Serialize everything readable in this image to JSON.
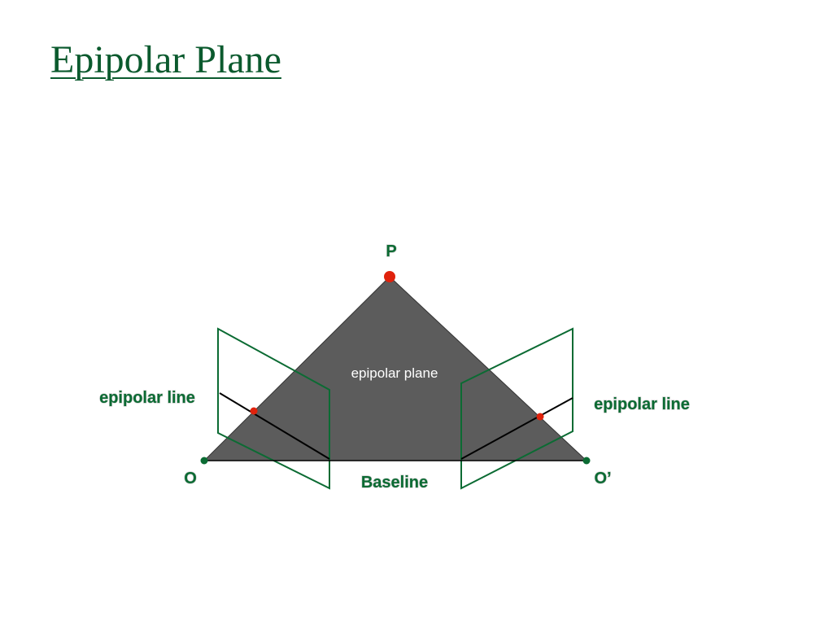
{
  "slide": {
    "title": "Epipolar Plane"
  },
  "diagram": {
    "labels": {
      "point": "P",
      "plane": "epipolar plane",
      "left_line": "epipolar line",
      "right_line": "epipolar line",
      "left_center": "O",
      "right_center": "O’",
      "baseline": "Baseline"
    },
    "colors": {
      "triangle_fill": "#5c5c5c",
      "image_plane_outline": "#0b6b33",
      "point_marker": "#e0220c",
      "center_marker": "#0b6b33",
      "epipolar_line": "#000000",
      "label_text": "#0b6b33",
      "title_text": "#0b5a2e"
    }
  }
}
